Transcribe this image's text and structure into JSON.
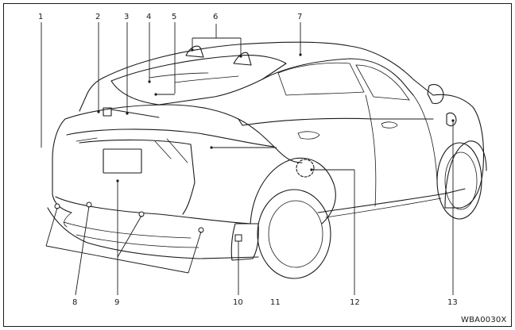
{
  "figure": {
    "callouts": [
      "1",
      "2",
      "3",
      "4",
      "5",
      "6",
      "7",
      "8",
      "9",
      "10",
      "11",
      "12",
      "13"
    ],
    "code": "WBA0030X"
  }
}
